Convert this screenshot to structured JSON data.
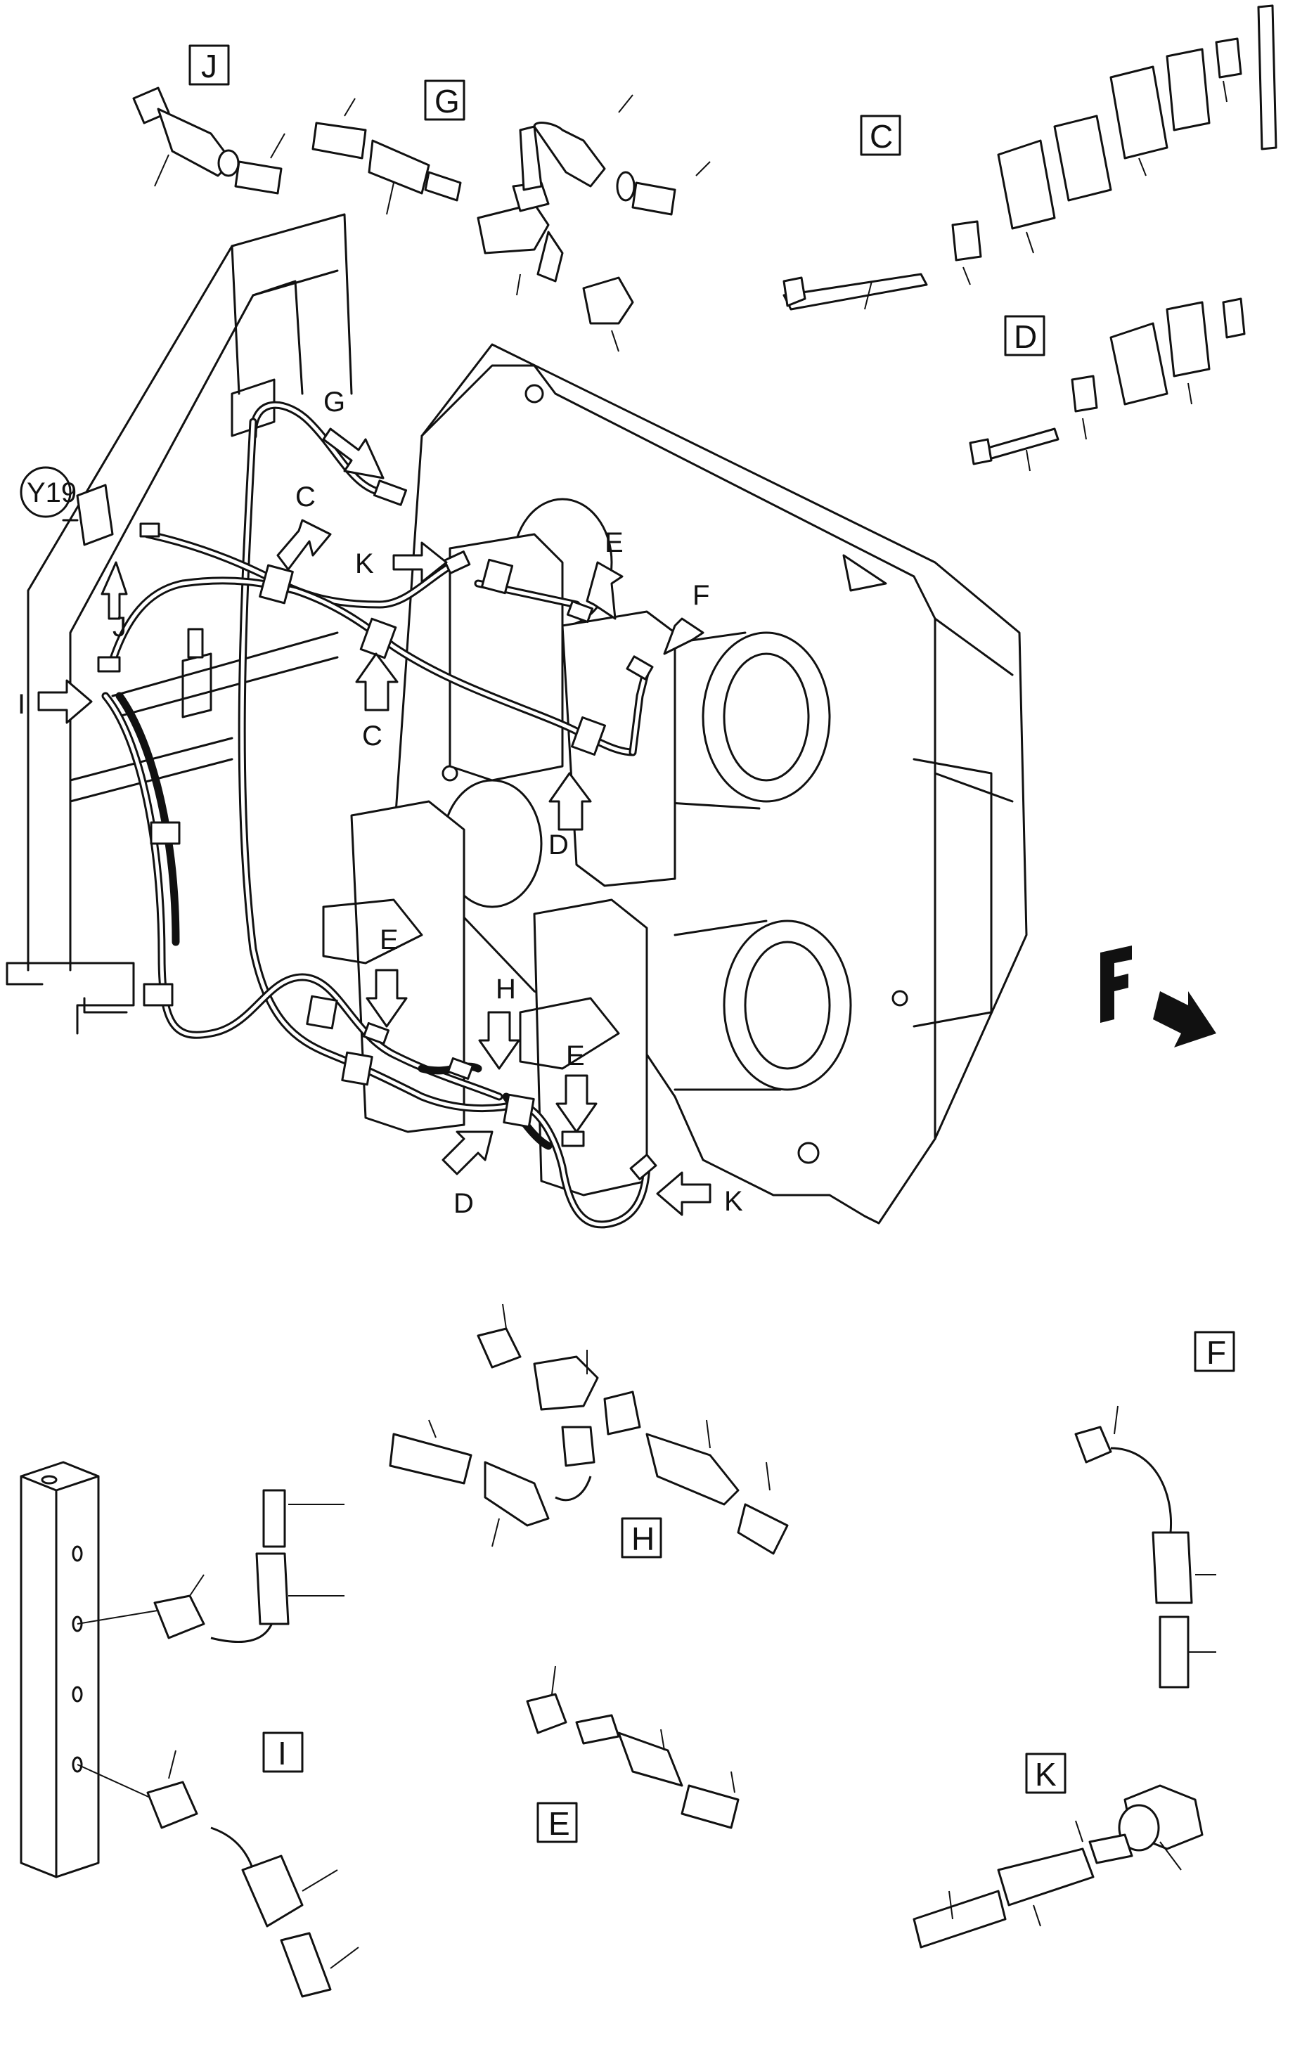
{
  "detail_labels": {
    "J": "J",
    "G": "G",
    "C": "C",
    "D": "D",
    "F": "F",
    "H": "H",
    "I": "I",
    "E": "E",
    "K": "K"
  },
  "main_callouts": {
    "Y19": "Y19",
    "G": "G",
    "C_upper": "C",
    "C_lower": "C",
    "K_upper": "K",
    "E_upper": "E",
    "F": "F",
    "J": "J",
    "I": "I",
    "D_upper": "D",
    "E_lower_left": "E",
    "H": "H",
    "E_lower_right": "E",
    "D_lower": "D",
    "K_lower": "K"
  },
  "direction_label": "F"
}
